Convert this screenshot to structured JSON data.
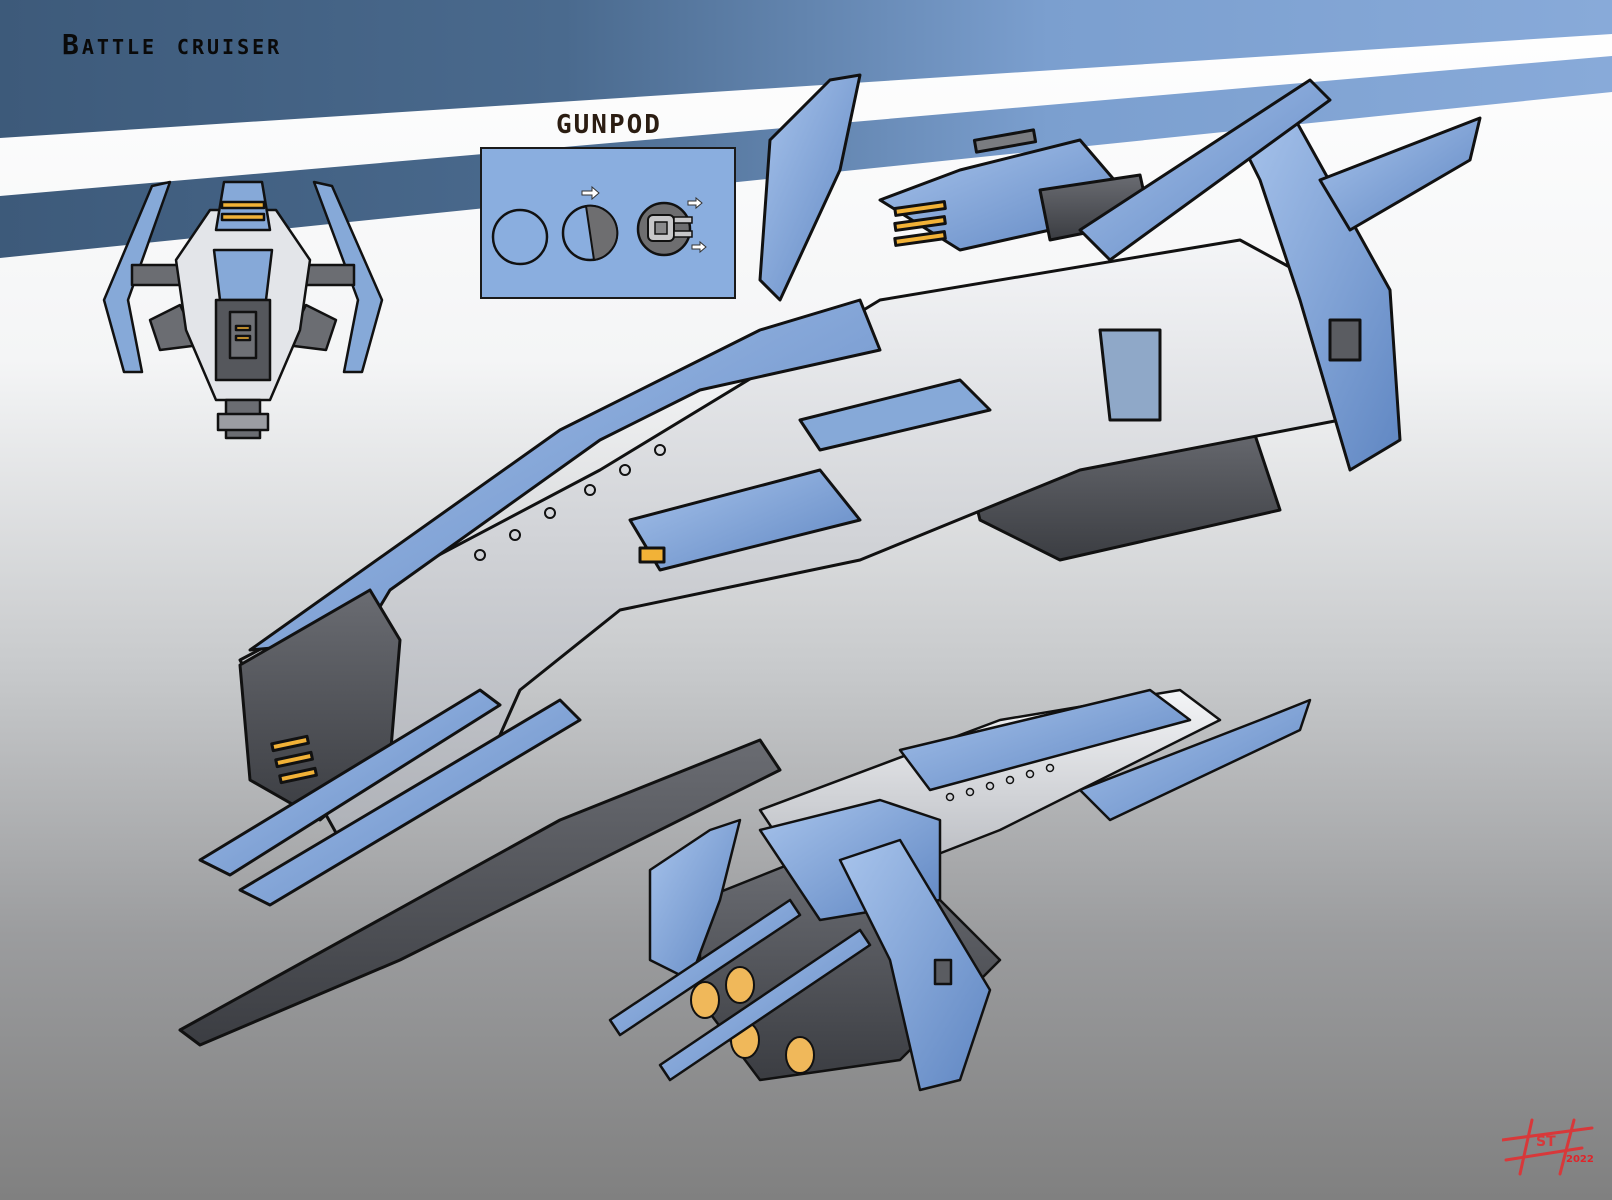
{
  "title": "Battle cruiser",
  "gunpod": {
    "label": "GUNPOD",
    "stages": [
      "closed",
      "rotating",
      "deployed"
    ]
  },
  "views": [
    "top-view",
    "main-perspective-view",
    "rear-perspective-view"
  ],
  "signature": {
    "initials": "ST",
    "year": "2022"
  },
  "colors": {
    "band_dark": "#3d5a7a",
    "band_light": "#86a9d8",
    "hull_blue": "#7fa3d6",
    "hull_white": "#e8eaee",
    "hull_dark": "#4b4d52",
    "accent_orange": "#f2b237",
    "outline": "#111111",
    "signature_red": "#d8383a"
  }
}
